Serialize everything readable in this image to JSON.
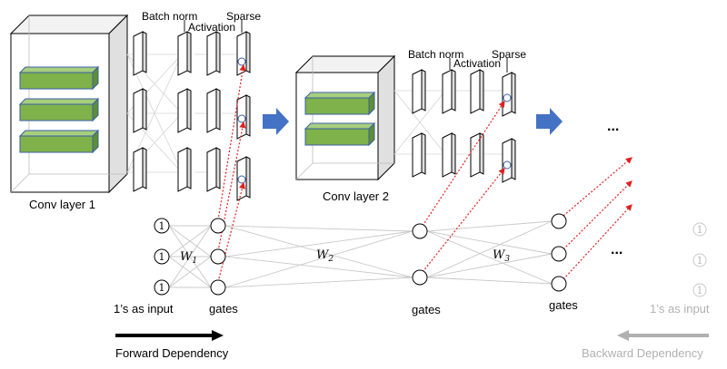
{
  "labels": {
    "batch_norm_1": "Batch norm",
    "activation_1": "Activation",
    "sparse_1": "Sparse",
    "batch_norm_2": "Batch norm",
    "activation_2": "Activation",
    "sparse_2": "Sparse",
    "conv_layer_1": "Conv layer 1",
    "conv_layer_2": "Conv layer 2",
    "ones_as_input": "1’s as input",
    "ones_as_input_gray": "1’s as input",
    "gates_1": "gates",
    "gates_2": "gates",
    "gates_3": "gates",
    "ellipsis_top": "...",
    "ellipsis_mid": "...",
    "forward_dependency": "Forward Dependency",
    "backward_dependency": "Backward Dependency"
  },
  "weights": {
    "w1": "W",
    "w1_sub": "1",
    "w2": "W",
    "w2_sub": "2",
    "w3": "W",
    "w3_sub": "3"
  },
  "input_nodes": [
    "1",
    "1",
    "1"
  ],
  "input_nodes_gray": [
    "1",
    "1",
    "1"
  ],
  "colors": {
    "feature_green": "#7fb24a",
    "feature_edge": "#3a5fa8",
    "arrow_blue": "#4472c4",
    "dependency_red": "#e02020",
    "gray_line": "#c8c8c8",
    "backward_gray": "#b0b0b0"
  }
}
